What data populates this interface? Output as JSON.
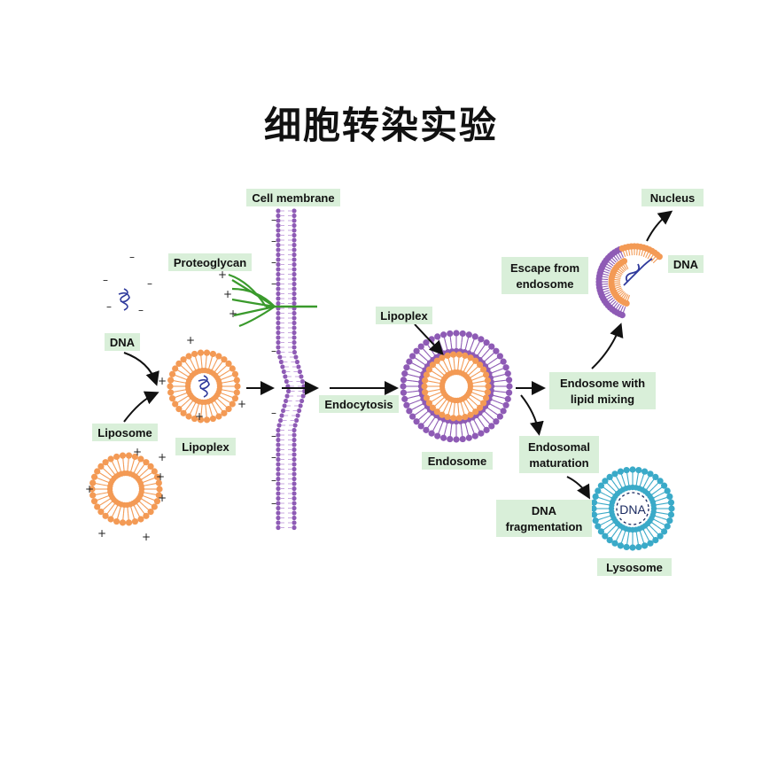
{
  "title": "细胞转染实验",
  "labels": {
    "cell_membrane": "Cell membrane",
    "proteoglycan": "Proteoglycan",
    "dna_left": "DNA",
    "liposome": "Liposome",
    "lipoplex_left": "Lipoplex",
    "endocytosis": "Endocytosis",
    "lipoplex_inner": "Lipoplex",
    "endosome": "Endosome",
    "escape_line1": "Escape from",
    "escape_line2": "endosome",
    "dna_escape": "DNA",
    "nucleus": "Nucleus",
    "lipid_mixing_line1": "Endosome with",
    "lipid_mixing_line2": "lipid mixing",
    "maturation_line1": "Endosomal",
    "maturation_line2": "maturation",
    "fragmentation_line1": "DNA",
    "fragmentation_line2": "fragmentation",
    "lysosome": "Lysosome",
    "lysosome_dna": "DNA"
  },
  "colors": {
    "label_bg": "#d9efd9",
    "membrane_purple": "#8e5bb5",
    "liposome_orange": "#f39a55",
    "proteoglycan_green": "#3a9a2c",
    "dna_blue": "#2f3a9c",
    "lysosome_teal": "#3aaac8",
    "arrow": "#111111"
  }
}
